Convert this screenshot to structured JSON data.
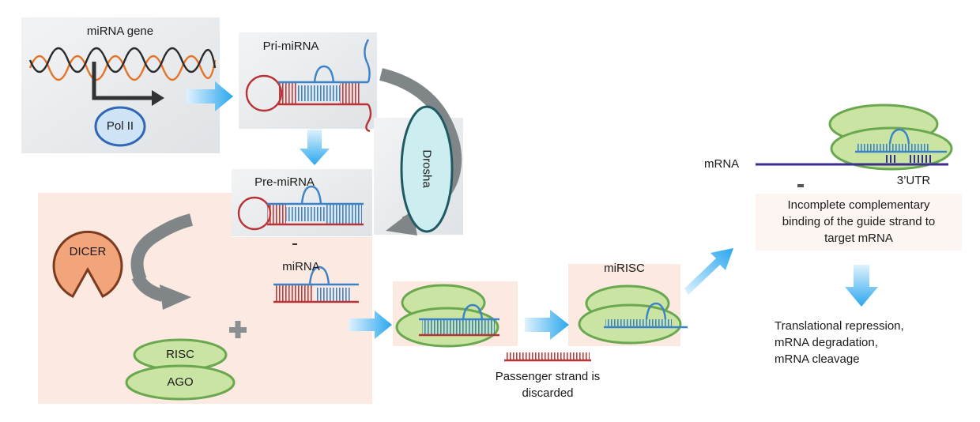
{
  "labels": {
    "mirna_gene": "miRNA gene",
    "pol_ii": "Pol II",
    "pri_mirna": "Pri-miRNA",
    "drosha": "Drosha",
    "pre_mirna": "Pre-miRNA",
    "dicer": "DICER",
    "mirna": "miRNA",
    "risc": "RISC",
    "ago": "AGO",
    "passenger_strand": [
      "Passenger strand is",
      "discarded"
    ],
    "mirisc": "miRISC",
    "mrna": "mRNA",
    "utr": "3’UTR",
    "incomplete_binding": [
      "Incomplete complementary",
      "binding of the guide strand to",
      "target mRNA"
    ],
    "outcomes": [
      "Translational repression,",
      "mRNA degradation,",
      "mRNA cleavage"
    ]
  },
  "colors": {
    "guide_strand": "#3b82c9",
    "passenger_strand": "#c23b3b",
    "loop_red": "#b83236",
    "protein_green_fill": "#c9e4a3",
    "protein_green_stroke": "#6aa84f",
    "pol_ii_fill": "#cfe3f7",
    "pol_ii_stroke": "#2f68b5",
    "drosha_fill": "#cdeef0",
    "drosha_stroke": "#1f5a62",
    "dicer_fill": "#f2a57a",
    "dicer_stroke": "#7a3b1f",
    "panel_gray": "#e4e7ea",
    "panel_pink": "#fbe9e2",
    "flow_arrow": "#2aa7ee",
    "curve_arrow": "#808587",
    "mrna_line": "#3a2f8a"
  },
  "icons": [
    "dna-double-helix",
    "transcription-arrow",
    "hairpin-rna",
    "curved-arrow",
    "flow-arrow",
    "plus-sign"
  ]
}
